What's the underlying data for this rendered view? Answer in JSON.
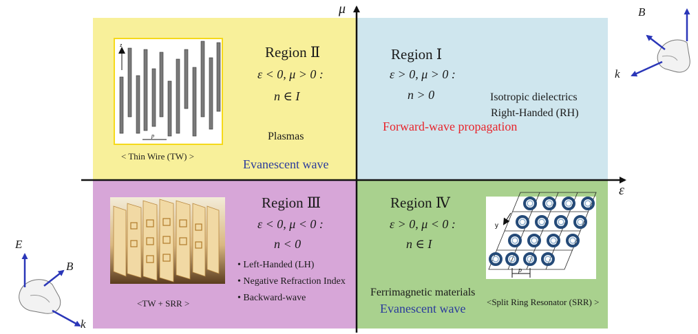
{
  "axes": {
    "x_label": "ε",
    "y_label": "μ"
  },
  "hands": {
    "top_right": {
      "b": "B",
      "k": "k"
    },
    "bottom_left": {
      "e": "E",
      "b": "B",
      "k": "k"
    }
  },
  "regions": {
    "r1": {
      "title": "Region Ⅰ",
      "condition": "ε > 0, μ > 0 :",
      "index": "n > 0",
      "wave": "Forward-wave propagation",
      "material_line1": "Isotropic dielectrics",
      "material_line2": "Right-Handed (RH)"
    },
    "r2": {
      "title": "Region Ⅱ",
      "condition": "ε < 0, μ > 0 :",
      "index": "n ∈ I",
      "material": "Plasmas",
      "wave": "Evanescent wave",
      "image_caption": "< Thin Wire (TW) >"
    },
    "r3": {
      "title": "Region Ⅲ",
      "condition": "ε < 0, μ < 0 :",
      "index": "n < 0",
      "properties": [
        "• Left-Handed (LH)",
        "• Negative Refraction Index",
        "• Backward-wave"
      ],
      "image_caption": "<TW + SRR >"
    },
    "r4": {
      "title": "Region Ⅳ",
      "condition": "ε > 0, μ < 0 :",
      "index": "n ∈ I",
      "material": "Ferrimagnetic materials",
      "wave": "Evanescent wave",
      "image_caption": "<Split Ring Resonator (SRR) >"
    }
  },
  "colors": {
    "region_1_bg": "#cfe6ee",
    "region_2_bg": "#f8f09a",
    "region_3_bg": "#d7a6d8",
    "region_4_bg": "#a9d18e",
    "evanescent_text": "#2a3a9c",
    "forward_wave_text": "#e8242b",
    "vector_arrows": "#2a36b8"
  },
  "icons": [
    "right-hand-icon",
    "left-hand-icon"
  ]
}
